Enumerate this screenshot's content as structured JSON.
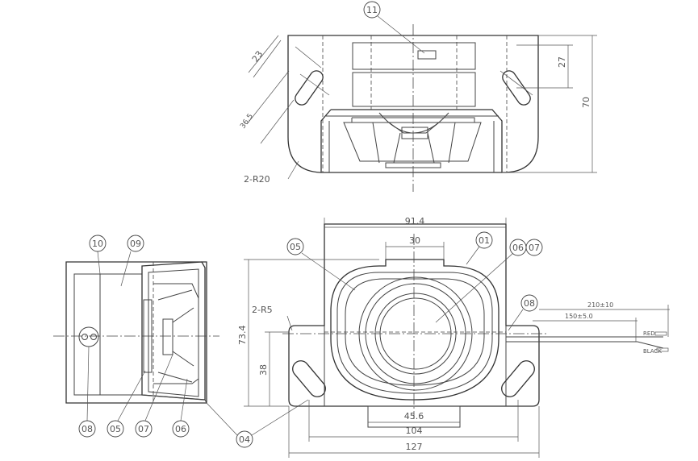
{
  "views": {
    "top": {
      "balloons": [
        {
          "label": "11"
        }
      ],
      "dims": {
        "d23": "23",
        "d27": "27",
        "d70": "70",
        "d36": "36.5",
        "r20": "2-R20"
      }
    },
    "side": {
      "balloons": [
        {
          "label": "10"
        },
        {
          "label": "09"
        },
        {
          "label": "08"
        },
        {
          "label": "05"
        },
        {
          "label": "07"
        },
        {
          "label": "06"
        },
        {
          "label": "04"
        }
      ]
    },
    "front": {
      "balloons": [
        {
          "label": "05"
        },
        {
          "label": "01"
        },
        {
          "label": "06"
        },
        {
          "label": "07"
        },
        {
          "label": "08"
        }
      ],
      "dims": {
        "d914": "91.4",
        "d30": "30",
        "d734": "73.4",
        "d38": "38",
        "r5": "2-R5",
        "d456": "45.6",
        "d104": "104",
        "d127": "127",
        "d210": "210±10",
        "d150": "150±5.0",
        "red": "RED",
        "black": "BLACK"
      }
    }
  }
}
